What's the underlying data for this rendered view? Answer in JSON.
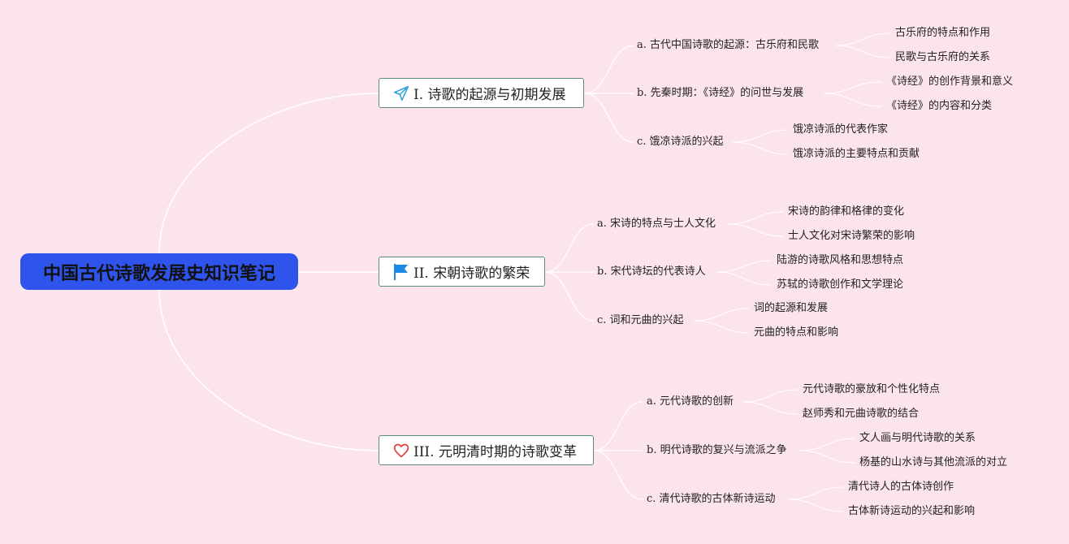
{
  "root": {
    "title": "中国古代诗歌发展史知识笔记"
  },
  "branches": [
    {
      "title": "I. 诗歌的起源与初期发展",
      "icon": "paper-plane-icon",
      "children": [
        {
          "title": "a. 古代中国诗歌的起源：古乐府和民歌",
          "children": [
            "古乐府的特点和作用",
            "民歌与古乐府的关系"
          ]
        },
        {
          "title": "b. 先秦时期：《诗经》的问世与发展",
          "children": [
            "《诗经》的创作背景和意义",
            "《诗经》的内容和分类"
          ]
        },
        {
          "title": "c. 饿凉诗派的兴起",
          "children": [
            "饿凉诗派的代表作家",
            "饿凉诗派的主要特点和贡献"
          ]
        }
      ]
    },
    {
      "title": "II. 宋朝诗歌的繁荣",
      "icon": "flag-icon",
      "children": [
        {
          "title": "a. 宋诗的特点与士人文化",
          "children": [
            "宋诗的韵律和格律的变化",
            "士人文化对宋诗繁荣的影响"
          ]
        },
        {
          "title": "b. 宋代诗坛的代表诗人",
          "children": [
            "陆游的诗歌风格和思想特点",
            "苏轼的诗歌创作和文学理论"
          ]
        },
        {
          "title": "c. 词和元曲的兴起",
          "children": [
            "词的起源和发展",
            "元曲的特点和影响"
          ]
        }
      ]
    },
    {
      "title": "III. 元明清时期的诗歌变革",
      "icon": "heart-icon",
      "children": [
        {
          "title": "a. 元代诗歌的创新",
          "children": [
            "元代诗歌的豪放和个性化特点",
            "赵师秀和元曲诗歌的结合"
          ]
        },
        {
          "title": "b. 明代诗歌的复兴与流派之争",
          "children": [
            "文人画与明代诗歌的关系",
            "杨基的山水诗与其他流派的对立"
          ]
        },
        {
          "title": "c. 清代诗歌的古体新诗运动",
          "children": [
            "清代诗人的古体诗创作",
            "古体新诗运动的兴起和影响"
          ]
        }
      ]
    }
  ],
  "colors": {
    "background": "#fce4ec",
    "root_fill": "#2f54eb",
    "connector": "#ffffff",
    "plane_icon": "#29a3d6",
    "flag_icon": "#1e88e5",
    "heart_icon": "#e53935"
  }
}
